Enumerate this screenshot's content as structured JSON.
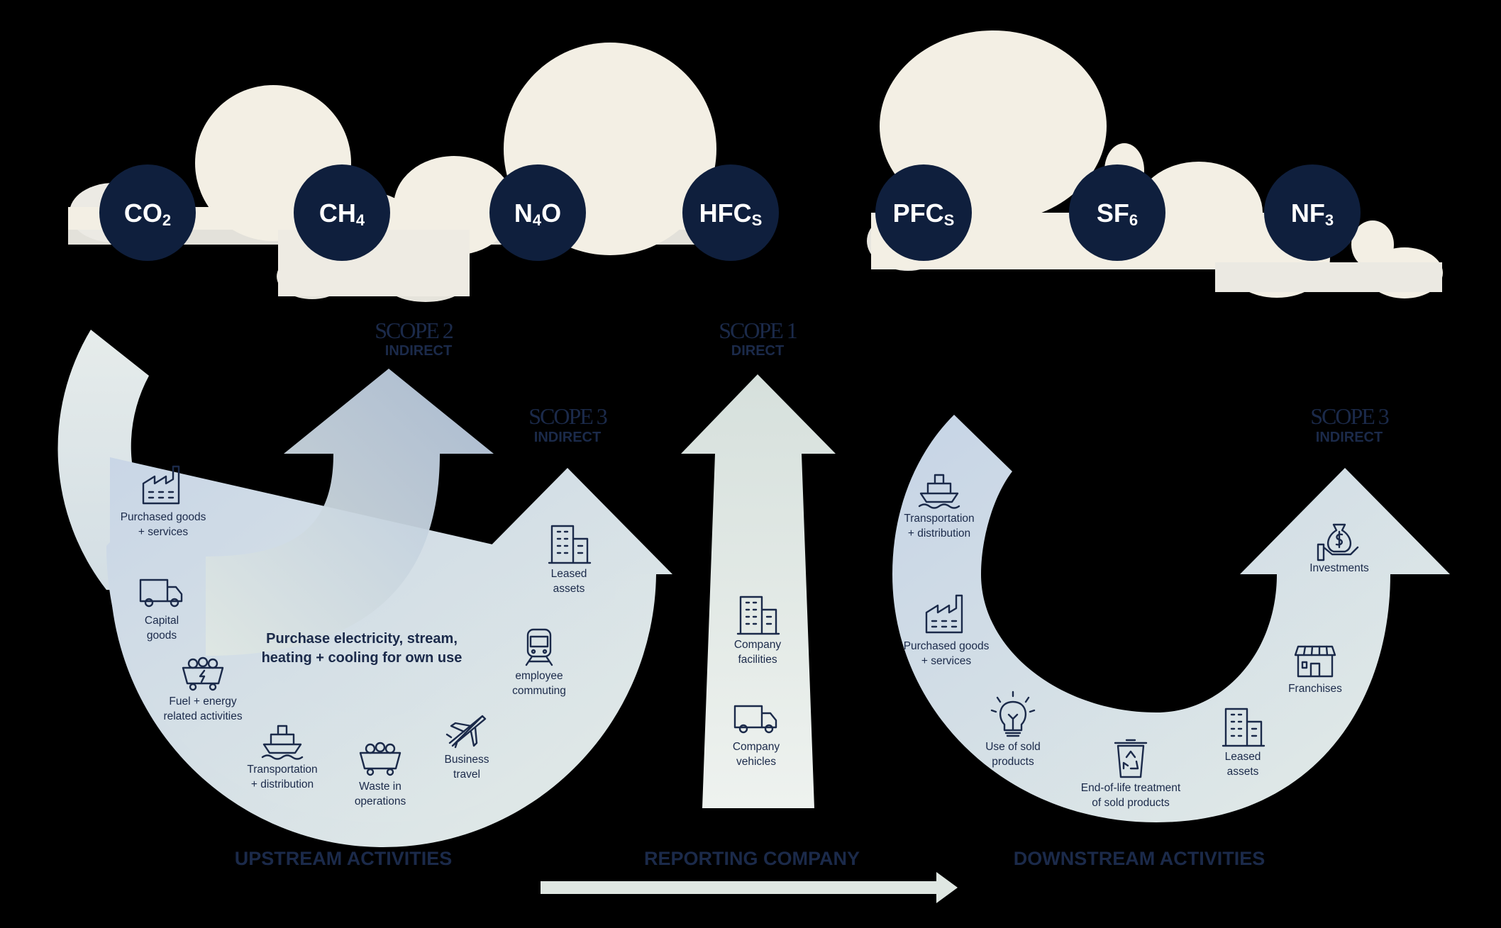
{
  "gases": [
    {
      "id": "co2",
      "base": "CO",
      "sub": "2"
    },
    {
      "id": "ch4",
      "base": "CH",
      "sub": "4"
    },
    {
      "id": "n4o",
      "base": "N",
      "sub": "4",
      "tail": "O"
    },
    {
      "id": "hfcs",
      "base": "HFC",
      "sub": "S"
    },
    {
      "id": "pfcs",
      "base": "PFC",
      "sub": "S"
    },
    {
      "id": "sf6",
      "base": "SF",
      "sub": "6"
    },
    {
      "id": "nf3",
      "base": "NF",
      "sub": "3"
    }
  ],
  "scopes": {
    "scope2": {
      "title": "SCOPE 2",
      "subtitle": "INDIRECT"
    },
    "scope1": {
      "title": "SCOPE 1",
      "subtitle": "DIRECT"
    },
    "scope3_upstream": {
      "title": "SCOPE 3",
      "subtitle": "INDIRECT"
    },
    "scope3_downstream": {
      "title": "SCOPE 3",
      "subtitle": "INDIRECT"
    }
  },
  "scope2_caption": [
    "Purchase electricity, stream,",
    "heating + cooling for own use"
  ],
  "upstream_items": [
    {
      "icon": "factory-icon",
      "lines": [
        "Purchased goods",
        "+ services"
      ]
    },
    {
      "icon": "truck-icon",
      "lines": [
        "Capital",
        "goods"
      ]
    },
    {
      "icon": "fuel-cart-icon",
      "lines": [
        "Fuel + energy",
        "related activities"
      ]
    },
    {
      "icon": "ship-icon",
      "lines": [
        "Transportation",
        "+ distribution"
      ]
    },
    {
      "icon": "waste-cart-icon",
      "lines": [
        "Waste in",
        "operations"
      ]
    },
    {
      "icon": "airplane-icon",
      "lines": [
        "Business",
        "travel"
      ]
    },
    {
      "icon": "train-icon",
      "lines": [
        "employee",
        "commuting"
      ]
    },
    {
      "icon": "building-icon",
      "lines": [
        "Leased",
        "assets"
      ]
    }
  ],
  "company_items": [
    {
      "icon": "building-icon",
      "lines": [
        "Company",
        "facilities"
      ]
    },
    {
      "icon": "truck-icon",
      "lines": [
        "Company",
        "vehicles"
      ]
    }
  ],
  "downstream_items": [
    {
      "icon": "ship-icon",
      "lines": [
        "Transportation",
        "+ distribution"
      ]
    },
    {
      "icon": "factory-icon",
      "lines": [
        "Purchased goods",
        "+ services"
      ]
    },
    {
      "icon": "lightbulb-icon",
      "lines": [
        "Use of sold",
        "products"
      ]
    },
    {
      "icon": "recycle-bin-icon",
      "lines": [
        "End-of-life treatment",
        "of sold products"
      ]
    },
    {
      "icon": "building-icon",
      "lines": [
        "Leased",
        "assets"
      ]
    },
    {
      "icon": "storefront-icon",
      "lines": [
        "Franchises"
      ]
    },
    {
      "icon": "money-bag-icon",
      "lines": [
        "Investments"
      ]
    }
  ],
  "footer": {
    "upstream": "UPSTREAM ACTIVITIES",
    "reporting": "REPORTING COMPANY",
    "downstream": "DOWNSTREAM ACTIVITIES"
  },
  "colors": {
    "background": "#000000",
    "cloud": "#f3efe4",
    "cloud_shadow": "#e3e1da",
    "gas_circle": "#0f1f3d",
    "navy_text": "#1b2a4a",
    "arrow_light": "#dde6e3",
    "arrow_blue": "#b8c9de"
  }
}
